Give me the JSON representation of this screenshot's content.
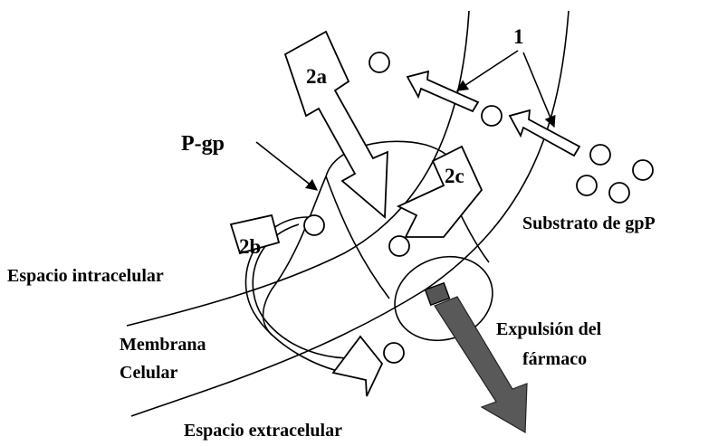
{
  "labels": {
    "step_1": "1",
    "step_2a": "2a",
    "step_2b": "2b",
    "step_2c": "2c",
    "pgp": "P-gp",
    "substrate": "Substrato de gpP",
    "intracellular": "Espacio intracelular",
    "membrane_line1": "Membrana",
    "membrane_line2": "Celular",
    "extracellular": "Espacio extracelular",
    "expulsion_line1": "Expulsión del",
    "expulsion_line2": "fármaco"
  }
}
